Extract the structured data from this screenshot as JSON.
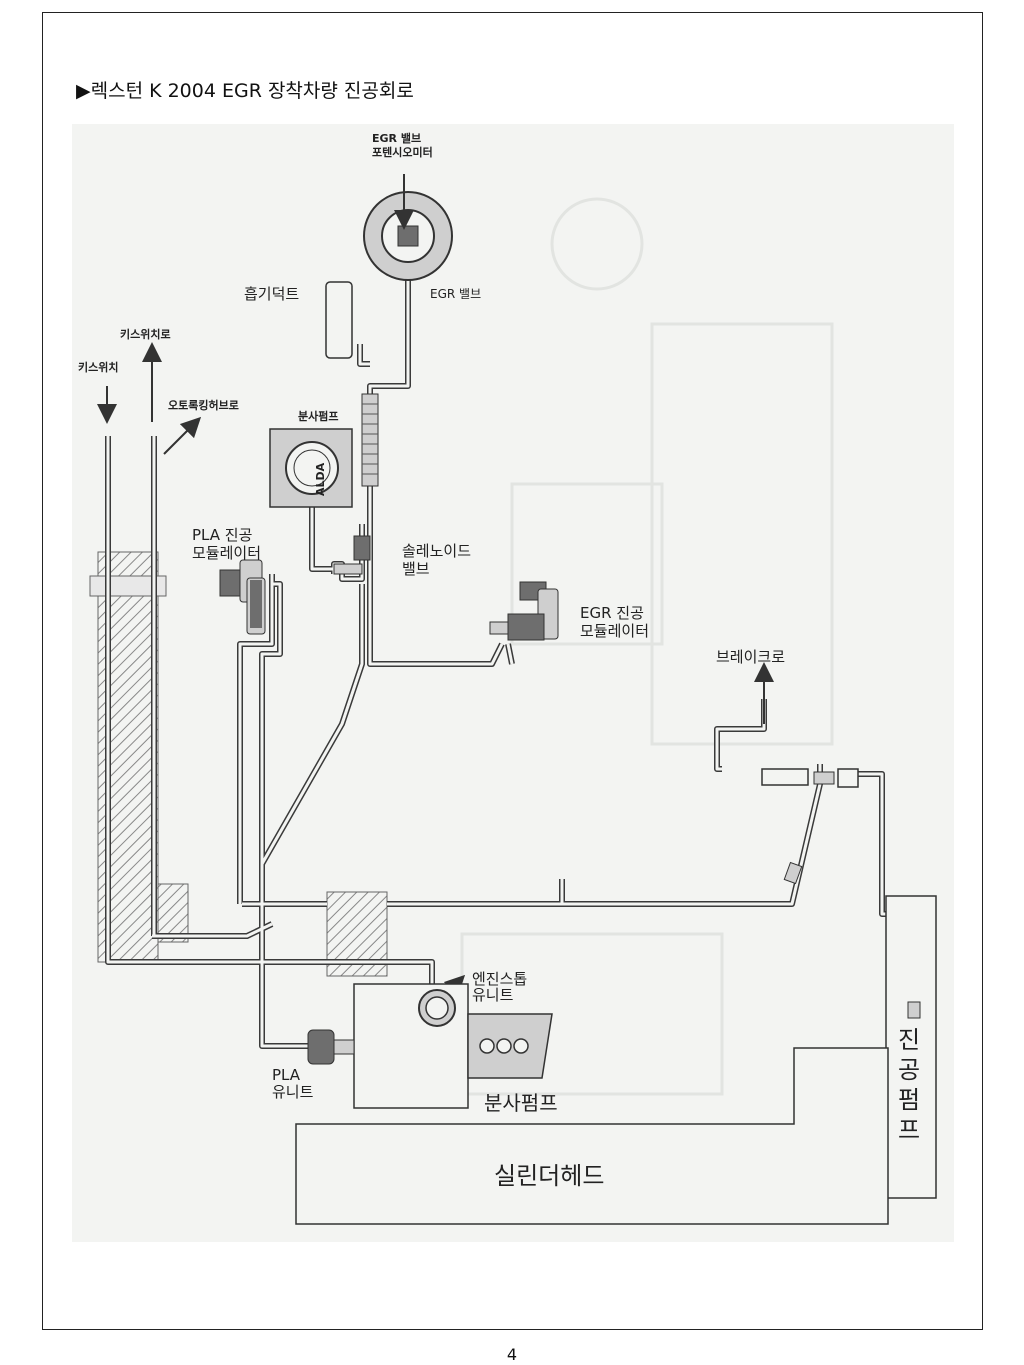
{
  "title": "▶렉스턴 K 2004 EGR 장착차량 진공회로",
  "page_number": "4",
  "labels": {
    "egr_valve_potentiometer": [
      "EGR 밸브",
      "포텐시오미터"
    ],
    "egr_valve": "EGR 밸브",
    "intake_duct": "흡기덕트",
    "to_key_switch": "키스위치로",
    "key_switch": "키스위치",
    "to_auto_locking_hub": "오토록킹허브로",
    "injection_pump_top": "분사펌프",
    "alda": "ALDA",
    "pla_vacuum_modulator": [
      "PLA 진공",
      "모듈레이터"
    ],
    "solenoid_valve": [
      "솔레노이드",
      "밸브"
    ],
    "egr_vacuum_modulator": [
      "EGR 진공",
      "모듈레이터"
    ],
    "to_brake": "브레이크로",
    "engine_stop_unit": [
      "엔진스톱",
      "유니트"
    ],
    "pla_unit": [
      "PLA",
      "유니트"
    ],
    "injection_pump_bottom": "분사펌프",
    "cylinder_head": "실린더헤드",
    "vacuum_pump": [
      "진",
      "공",
      "펌",
      "프"
    ]
  },
  "colors": {
    "background": "#f3f4f2",
    "line": "#3a3a3a",
    "fill_gray": "#cfcfcf",
    "fill_dark": "#6e6e6e",
    "ghost": "#e4e6e3"
  }
}
